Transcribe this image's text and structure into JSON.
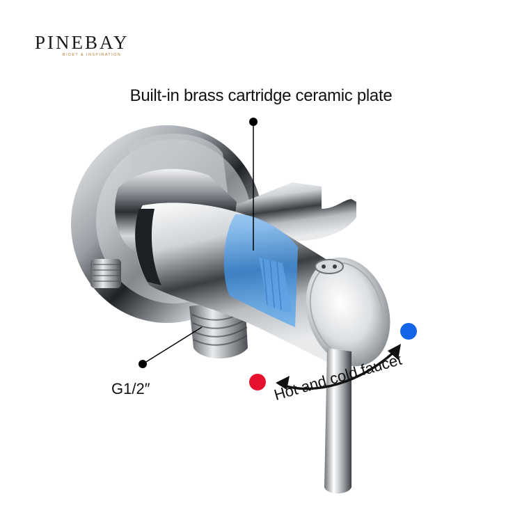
{
  "brand": {
    "name": "PINEBAY",
    "tagline": "BIDET & INSPIRATION"
  },
  "callouts": {
    "cartridge": "Built-in brass cartridge ceramic plate",
    "thread": "G1/2″",
    "faucet": "Hot and cold faucet"
  },
  "colors": {
    "hot": "#e8112d",
    "cold": "#1565e8",
    "chrome": "#c8ccd2",
    "cartridge_blue": "#3d8fe0"
  },
  "icons": [
    "hot-water-dot",
    "cold-water-dot",
    "curved-double-arrow"
  ]
}
